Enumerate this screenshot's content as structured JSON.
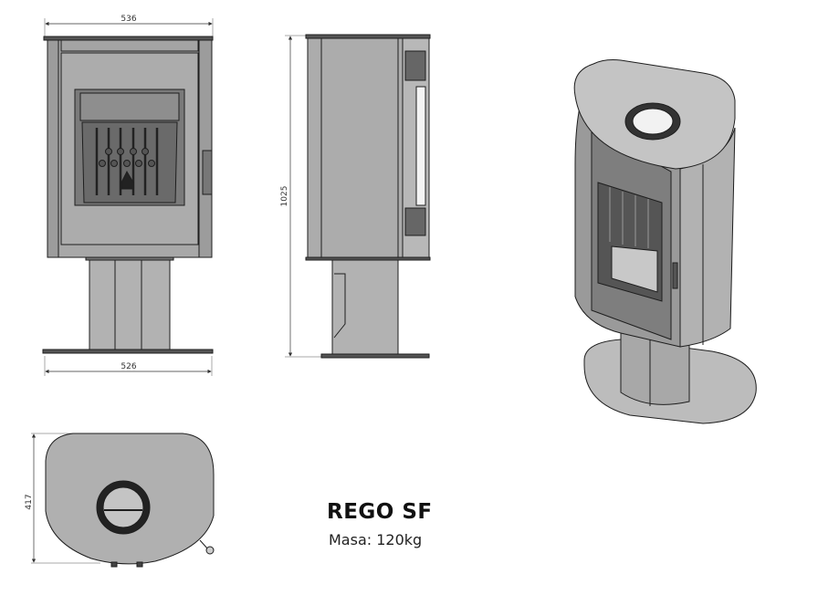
{
  "product": {
    "name": "REGO SF",
    "mass": "Masa: 120kg"
  },
  "dimensions": {
    "top_width": "536",
    "base_width": "526",
    "height": "1025",
    "depth": "417"
  },
  "colors": {
    "body": "#a8a8a8",
    "dark": "#6e6e6e",
    "line": "#1e1e1e"
  }
}
